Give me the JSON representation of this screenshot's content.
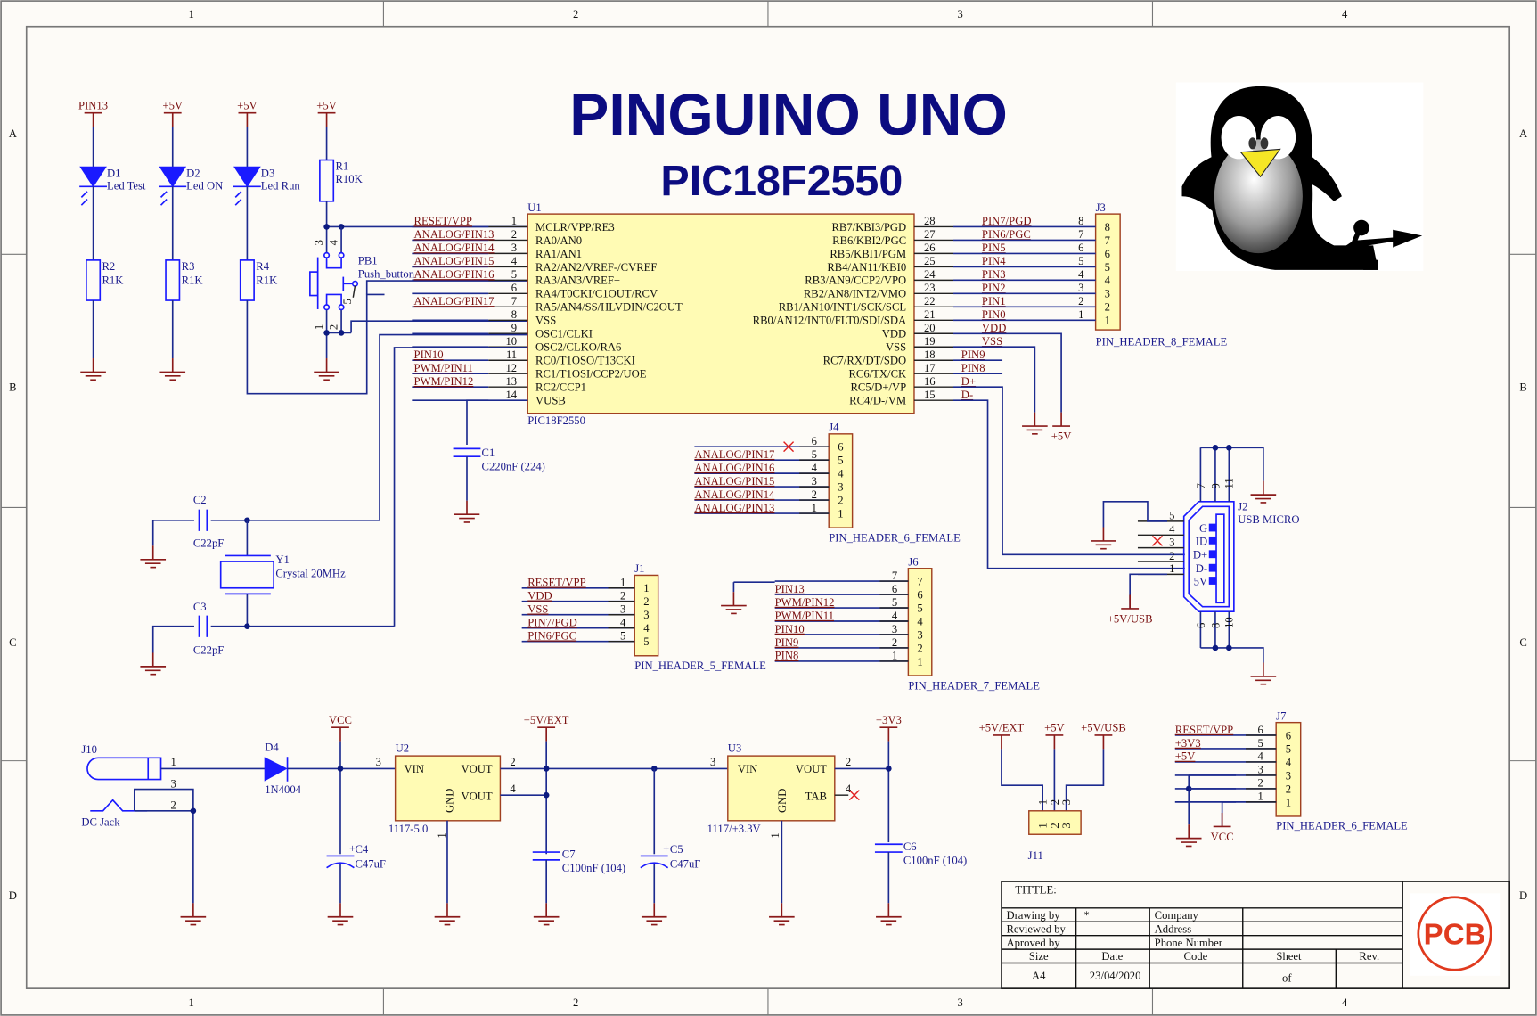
{
  "frame": {
    "columns": [
      "1",
      "2",
      "3",
      "4"
    ],
    "rows": [
      "A",
      "B",
      "C",
      "D"
    ]
  },
  "header": {
    "title": "PINGUINO UNO",
    "subtitle": "PIC18F2550"
  },
  "leds": [
    {
      "net": "PIN13",
      "ref": "D1",
      "label": "Led Test",
      "res_ref": "R2",
      "res_val": "R1K"
    },
    {
      "net": "+5V",
      "ref": "D2",
      "label": "Led ON",
      "res_ref": "R3",
      "res_val": "R1K"
    },
    {
      "net": "+5V",
      "ref": "D3",
      "label": "Led Run",
      "res_ref": "R4",
      "res_val": "R1K"
    }
  ],
  "reset": {
    "net": "+5V",
    "res_ref": "R1",
    "res_val": "R10K",
    "btn_ref": "PB1",
    "btn_val": "Push_button",
    "pins": [
      "3",
      "4",
      "5",
      "1",
      "2"
    ]
  },
  "u1": {
    "ref": "U1",
    "value": "PIC18F2550",
    "left_pins": [
      {
        "num": "1",
        "name": "MCLR/VPP/RE3",
        "net": "RESET/VPP"
      },
      {
        "num": "2",
        "name": "RA0/AN0",
        "net": "ANALOG/PIN13"
      },
      {
        "num": "3",
        "name": "RA1/AN1",
        "net": "ANALOG/PIN14"
      },
      {
        "num": "4",
        "name": "RA2/AN2/VREF-/CVREF",
        "net": "ANALOG/PIN15"
      },
      {
        "num": "5",
        "name": "RA3/AN3/VREF+",
        "net": "ANALOG/PIN16"
      },
      {
        "num": "6",
        "name": "RA4/T0CKI/C1OUT/RCV",
        "net": ""
      },
      {
        "num": "7",
        "name": "RA5/AN4/SS/HLVDIN/C2OUT",
        "net": "ANALOG/PIN17"
      },
      {
        "num": "8",
        "name": "VSS",
        "net": ""
      },
      {
        "num": "9",
        "name": "OSC1/CLKI",
        "net": ""
      },
      {
        "num": "10",
        "name": "OSC2/CLKO/RA6",
        "net": ""
      },
      {
        "num": "11",
        "name": "RC0/T1OSO/T13CKI",
        "net": "PIN10"
      },
      {
        "num": "12",
        "name": "RC1/T1OSI/CCP2/UOE",
        "net": "PWM/PIN11"
      },
      {
        "num": "13",
        "name": "RC2/CCP1",
        "net": "PWM/PIN12"
      },
      {
        "num": "14",
        "name": "VUSB",
        "net": ""
      }
    ],
    "right_pins": [
      {
        "num": "28",
        "name": "RB7/KBI3/PGD",
        "net": "PIN7/PGD"
      },
      {
        "num": "27",
        "name": "RB6/KBI2/PGC",
        "net": "PIN6/PGC"
      },
      {
        "num": "26",
        "name": "RB5/KBI1/PGM",
        "net": "PIN5"
      },
      {
        "num": "25",
        "name": "RB4/AN11/KBI0",
        "net": "PIN4"
      },
      {
        "num": "24",
        "name": "RB3/AN9/CCP2/VPO",
        "net": "PIN3"
      },
      {
        "num": "23",
        "name": "RB2/AN8/INT2/VMO",
        "net": "PIN2"
      },
      {
        "num": "22",
        "name": "RB1/AN10/INT1/SCK/SCL",
        "net": "PIN1"
      },
      {
        "num": "21",
        "name": "RB0/AN12/INT0/FLT0/SDI/SDA",
        "net": "PIN0"
      },
      {
        "num": "20",
        "name": "VDD",
        "net": "VDD"
      },
      {
        "num": "19",
        "name": "VSS",
        "net": "VSS"
      },
      {
        "num": "18",
        "name": "RC7/RX/DT/SDO",
        "net": "PIN9"
      },
      {
        "num": "17",
        "name": "RC6/TX/CK",
        "net": "PIN8"
      },
      {
        "num": "16",
        "name": "RC5/D+/VP",
        "net": "D+"
      },
      {
        "num": "15",
        "name": "RC4/D-/VM",
        "net": "D-"
      }
    ]
  },
  "j3": {
    "ref": "J3",
    "value": "PIN_HEADER_8_FEMALE",
    "pins": [
      "8",
      "7",
      "6",
      "5",
      "4",
      "3",
      "2",
      "1"
    ]
  },
  "vdd_vss_power": {
    "gnd": "GND",
    "vdd": "+5V"
  },
  "c1": {
    "ref": "C1",
    "value": "C220nF (224)"
  },
  "crystal": {
    "c2_ref": "C2",
    "c2_val": "C22pF",
    "c3_ref": "C3",
    "c3_val": "C22pF",
    "y_ref": "Y1",
    "y_val": "Crystal 20MHz"
  },
  "j4": {
    "ref": "J4",
    "value": "PIN_HEADER_6_FEMALE",
    "rows": [
      {
        "num": "6",
        "net": ""
      },
      {
        "num": "5",
        "net": "ANALOG/PIN17"
      },
      {
        "num": "4",
        "net": "ANALOG/PIN16"
      },
      {
        "num": "3",
        "net": "ANALOG/PIN15"
      },
      {
        "num": "2",
        "net": "ANALOG/PIN14"
      },
      {
        "num": "1",
        "net": "ANALOG/PIN13"
      }
    ]
  },
  "j1": {
    "ref": "J1",
    "value": "PIN_HEADER_5_FEMALE",
    "rows": [
      {
        "num": "1",
        "net": "RESET/VPP"
      },
      {
        "num": "2",
        "net": "VDD"
      },
      {
        "num": "3",
        "net": "VSS"
      },
      {
        "num": "4",
        "net": "PIN7/PGD"
      },
      {
        "num": "5",
        "net": "PIN6/PGC"
      }
    ]
  },
  "j6": {
    "ref": "J6",
    "value": "PIN_HEADER_7_FEMALE",
    "rows": [
      {
        "num": "7",
        "net": ""
      },
      {
        "num": "6",
        "net": "PIN13"
      },
      {
        "num": "5",
        "net": "PWM/PIN12"
      },
      {
        "num": "4",
        "net": "PWM/PIN11"
      },
      {
        "num": "3",
        "net": "PIN10"
      },
      {
        "num": "2",
        "net": "PIN9"
      },
      {
        "num": "1",
        "net": "PIN8"
      }
    ]
  },
  "j2": {
    "ref": "J2",
    "value": "USB MICRO",
    "side_pins": [
      "5",
      "4",
      "3",
      "2",
      "1"
    ],
    "signals": [
      "G",
      "ID",
      "D+",
      "D-",
      "5V"
    ],
    "top_pins": [
      "7",
      "9",
      "11"
    ],
    "bottom_pins": [
      "6",
      "8",
      "10"
    ],
    "usb_net": "+5V/USB"
  },
  "power": {
    "j10_ref": "J10",
    "j10_val": "DC Jack",
    "j10_pins": [
      "1",
      "3",
      "2"
    ],
    "d4_ref": "D4",
    "d4_val": "1N4004",
    "vcc": "VCC",
    "c4_ref": "C4",
    "c4_val": "C47uF",
    "u2_ref": "U2",
    "u2_val": "1117-5.0",
    "u2_pins": {
      "vin": "VIN",
      "vout1": "VOUT",
      "vout2": "VOUT",
      "gnd": "GND",
      "n_vin": "3",
      "n_vout1": "2",
      "n_vout2": "4",
      "n_gnd": "1"
    },
    "ext": "+5V/EXT",
    "c7_ref": "C7",
    "c7_val": "C100nF (104)",
    "c5_ref": "C5",
    "c5_val": "C47uF",
    "u3_ref": "U3",
    "u3_val": "1117/+3.3V",
    "u3_pins": {
      "vin": "VIN",
      "vout": "VOUT",
      "tab": "TAB",
      "gnd": "GND",
      "n_vin": "3",
      "n_vout": "2",
      "n_tab": "4",
      "n_gnd": "1"
    },
    "v33": "+3V3",
    "c6_ref": "C6",
    "c6_val": "C100nF (104)"
  },
  "j11": {
    "ref": "J11",
    "nets": [
      "+5V/EXT",
      "+5V",
      "+5V/USB"
    ],
    "pins": [
      "1",
      "2",
      "3"
    ]
  },
  "j7": {
    "ref": "J7",
    "value": "PIN_HEADER_6_FEMALE",
    "rows": [
      {
        "num": "6",
        "net": "RESET/VPP"
      },
      {
        "num": "5",
        "net": "+3V3"
      },
      {
        "num": "4",
        "net": "+5V"
      },
      {
        "num": "3",
        "net": ""
      },
      {
        "num": "2",
        "net": ""
      },
      {
        "num": "1",
        "net": ""
      }
    ],
    "vcc": "VCC"
  },
  "title_block": {
    "title_label": "TITTLE:",
    "drawing_by_label": "Drawing by",
    "drawing_by": "*",
    "reviewed_by_label": "Reviewed by",
    "reviewed_by": "",
    "approved_by_label": "Aproved by",
    "approved_by": "",
    "company_label": "Company",
    "company": "",
    "address_label": "Address",
    "address": "",
    "phone_label": "Phone Number",
    "phone": "",
    "size_label": "Size",
    "size": "A4",
    "date_label": "Date",
    "date": "23/04/2020",
    "code_label": "Code",
    "code": "",
    "sheet_label": "Sheet",
    "sheet": "of",
    "rev_label": "Rev.",
    "rev": "",
    "logo_text": "PCB"
  },
  "colors": {
    "wire": "#1c2a8f",
    "net_label": "#7a1010",
    "component": "#1a1aff",
    "chip_fill": "#fffbb4",
    "title": "#0c0c80",
    "logo": "#e03a1e"
  }
}
